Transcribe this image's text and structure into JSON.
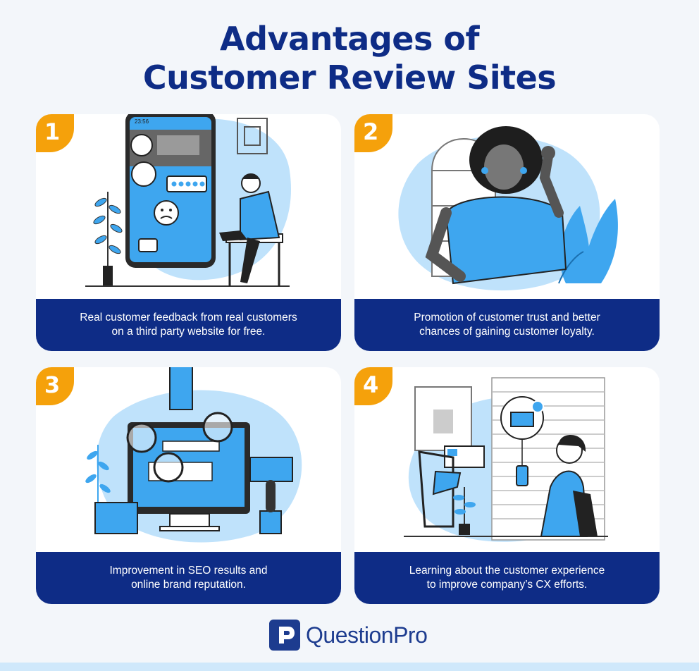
{
  "title": {
    "line1": "Advantages of",
    "line2": "Customer Review Sites"
  },
  "cards": [
    {
      "number": "1",
      "caption_line1": "Real customer feedback from real customers",
      "caption_line2": "on a third party website for free.",
      "phone_time": "23:56"
    },
    {
      "number": "2",
      "caption_line1": "Promotion of customer trust and better",
      "caption_line2": "chances of gaining customer loyalty."
    },
    {
      "number": "3",
      "caption_line1": "Improvement in SEO results and",
      "caption_line2": "online brand reputation."
    },
    {
      "number": "4",
      "caption_line1": "Learning about the customer experience",
      "caption_line2": "to improve company’s CX efforts."
    }
  ],
  "brand": {
    "name": "QuestionPro",
    "primary_color": "#0e2c86",
    "accent_color": "#f5a10b",
    "illustration_blue": "#3ea6ef",
    "light_blue": "#bfe2fb"
  }
}
